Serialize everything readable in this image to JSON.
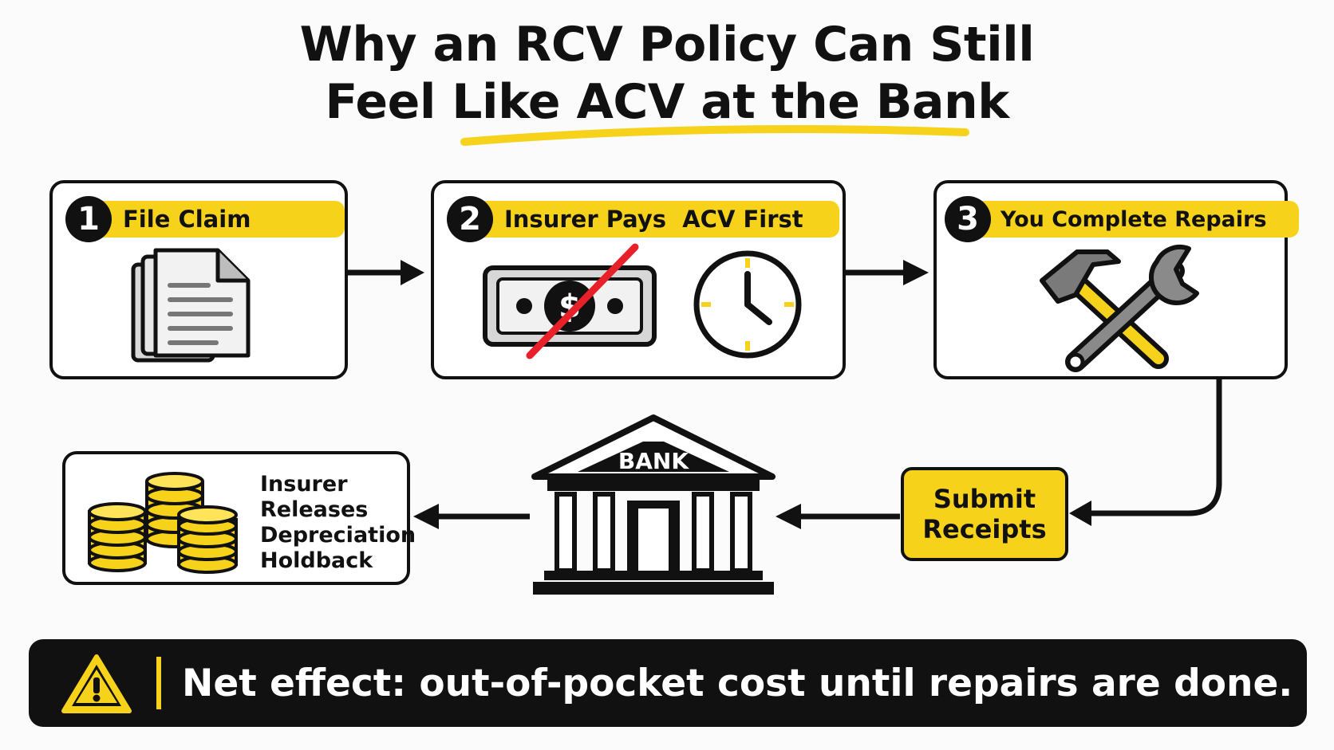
{
  "title": {
    "line1": "Why an RCV Policy Can Still",
    "line2": "Feel Like ACV at the Bank"
  },
  "steps": [
    {
      "number": "1",
      "label": "File Claim"
    },
    {
      "number": "2",
      "label": "Insurer Pays  ACV First"
    },
    {
      "number": "3",
      "label": "You Complete Repairs"
    }
  ],
  "money_symbol": "$",
  "bank_label": "BANK",
  "submit": {
    "line1": "Submit",
    "line2": "Receipts"
  },
  "release": {
    "line1": "Insurer",
    "line2": "Releases",
    "line3": "Depreciation",
    "line4": "Holdback"
  },
  "banner": {
    "text": "Net effect: out-of-pocket cost until repairs are done."
  },
  "colors": {
    "accent": "#f7d21a",
    "dark": "#111111",
    "strike": "#e8202a"
  },
  "icons": [
    "document-icon",
    "money-bill-icon",
    "clock-icon",
    "hammer-icon",
    "wrench-icon",
    "bank-icon",
    "coin-stack-icon",
    "warning-icon",
    "arrow-icon"
  ]
}
